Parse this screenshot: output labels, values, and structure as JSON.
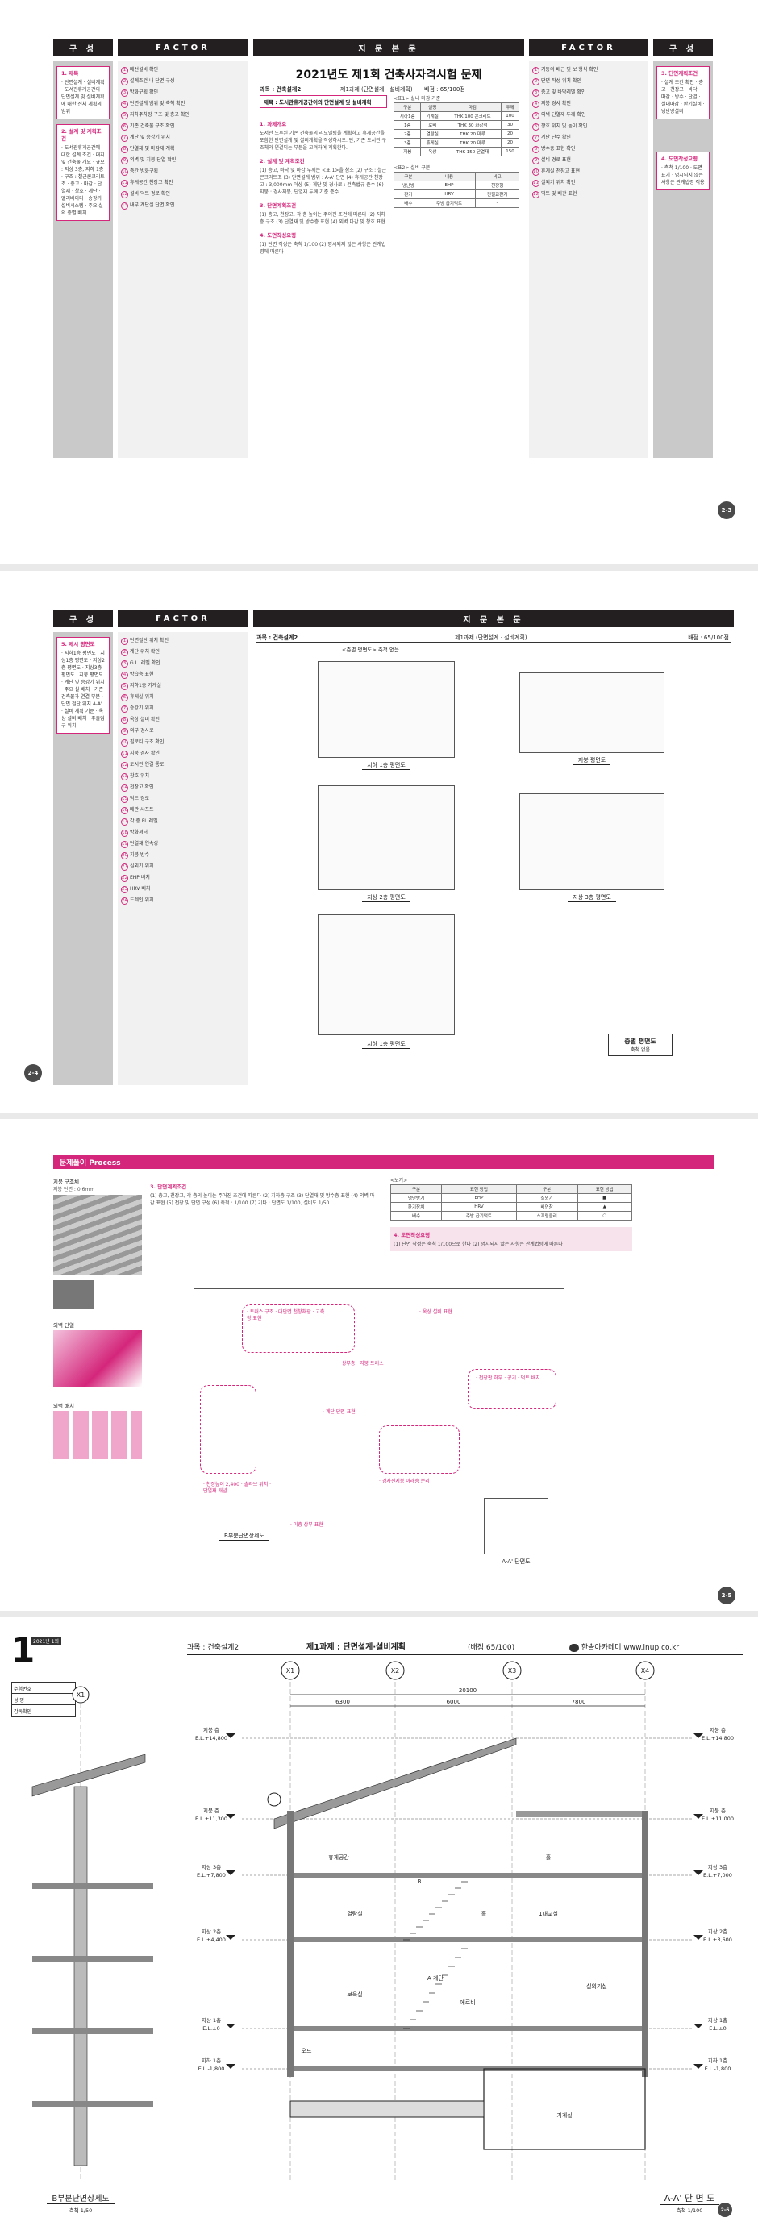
{
  "colors": {
    "accent": "#d4267b",
    "header_bg": "#231f20",
    "column_bg": "#c9c9c9"
  },
  "p1": {
    "hdr": {
      "left1": "구 성",
      "left2": "FACTOR",
      "mid": "지 문 본 문",
      "right1": "FACTOR",
      "right2": "구 성"
    },
    "title": "2021년도 제1회 건축사자격시험 문제",
    "subject": "과목 : 건축설계2",
    "task": "제1과제 (단면설계 · 설비계획)",
    "score": "배점 : 65/100점",
    "pink_title": "제목 : 도서관휴게공간이의 단면설계 및 설비계획",
    "left_box1": {
      "head": "1. 제목",
      "body": "· 단면설계 · 설비계획 · 도서관휴게공간의 단면설계 및 설비계획에 대한 전체 계획의 범위"
    },
    "left_box2": {
      "head": "2. 설계 및 계획조건",
      "body": "· 도서관휴게공간에 대한 설계 조건 · 대지 및 건축물 개요 · 규모 : 지상 3층, 지하 1층 · 구조 : 철근콘크리트조 · 층고 · 마감 · 단열재 · 창호 · 계단 · 엘리베이터 · 승강기 · 설비시스템 · 주요 실의 층별 배치"
    },
    "factor_notes": [
      "배선설비 확인",
      "설계조건 내 단면 구성",
      "방화구획 확인",
      "단면설계 범위 및 축척 확인",
      "지하주차장 구조 및 층고 확인",
      "기존 건축물 구조 확인",
      "계단 및 승강기 위치",
      "단열재 및 마감재 계획",
      "외벽 및 지붕 단열 확인",
      "층간 방화구획",
      "휴게공간 천장고 확인",
      "설비 덕트 경로 확인",
      "내부 계단실 단면 확인"
    ],
    "sections": [
      {
        "head": "1. 과제개요",
        "body": "도서관 노후된 기존 건축물의 리모델링을 계획하고 휴게공간을 포함한 단면설계 및 설비계획을 작성하시오. 단, 기존 도서관 구조체와 연결되는 부분을 고려하여 계획한다."
      },
      {
        "head": "2. 설계 및 계획조건",
        "body": "(1) 층고, 바닥 및 마감 두께는 <표 1>을 참조 (2) 구조 : 철근콘크리트조 (3) 단면설계 범위 : A-A' 단면 (4) 휴게공간 천장고 : 3,000mm 이상 (5) 계단 및 경사로 : 건축법규 준수 (6) 지붕 : 경사지붕, 단열재 두께 기준 준수"
      },
      {
        "head": "3. 단면계획조건",
        "body": "(1) 층고, 천장고, 각 층 높이는 주어진 조건에 따른다 (2) 지하층 구조 (3) 단열재 및 방수층 표현 (4) 외벽 마감 및 창호 표현"
      },
      {
        "head": "4. 도면작성요령",
        "body": "(1) 단면 작성은 축척 1/100 (2) 명시되지 않은 사항은 관계법령에 따른다"
      }
    ],
    "table1": {
      "caption": "<표1> 실내 마감 기준",
      "headers": [
        "구분",
        "실명",
        "마감",
        "두께"
      ],
      "rows": [
        [
          "지하1층",
          "기계실",
          "THK 100 콘크리트",
          "100"
        ],
        [
          "1층",
          "로비",
          "THK 30 화강석",
          "30"
        ],
        [
          "2층",
          "열람실",
          "THK 20 마루",
          "20"
        ],
        [
          "3층",
          "휴게실",
          "THK 20 마루",
          "20"
        ],
        [
          "지붕",
          "옥상",
          "THK 150 단열재",
          "150"
        ]
      ]
    },
    "table2": {
      "caption": "<표2> 설비 구분",
      "headers": [
        "구분",
        "내용",
        "비고"
      ],
      "rows": [
        [
          "냉난방",
          "EHP",
          "천장형"
        ],
        [
          "환기",
          "HRV",
          "전열교환기"
        ],
        [
          "배수",
          "주방 급기덕트",
          "-"
        ]
      ]
    },
    "right_notes": [
      "기둥의 배근 및 보 형식 확인",
      "단면 작성 위치 확인",
      "층고 및 바닥레벨 확인",
      "지붕 경사 확인",
      "외벽 단열재 두께 확인",
      "창호 위치 및 높이 확인",
      "계단 단수 확인",
      "방수층 표현 확인",
      "설비 경로 표현",
      "휴게실 천장고 표현",
      "실외기 위치 확인",
      "덕트 및 배관 표현"
    ],
    "far_right_box1": {
      "head": "3. 단면계획조건",
      "body": "· 설계 조건 확인 · 층고 · 천장고 · 바닥 · 마감 · 방수 · 단열 · 실내마감 · 환기설비 · 냉난방설비"
    },
    "far_right_box2": {
      "head": "4. 도면작성요령",
      "body": "· 축척 1/100 · 도면 표기 · 명시되지 않은 사항은 관계법령 적용"
    },
    "page_num": "2-3"
  },
  "p2": {
    "hdr": {
      "left1": "구 성",
      "left2": "FACTOR",
      "mid": "지 문 본 문"
    },
    "subject": "과목 : 건축설계2",
    "task": "제1과제 (단면설계 · 설비계획)",
    "score": "배점 : 65/100점",
    "drawing_title": "<층별 평면도> 축척 없음",
    "left_box": {
      "head": "5. 제시 평면도",
      "body": "· 지하1층 평면도 · 지상1층 평면도 · 지상2층 평면도 · 지상3층 평면도 · 지붕 평면도 · 계단 및 승강기 위치 · 주요 실 배치 · 기존 건축물과 연결 부분 · 단면 절단 위치 A-A' · 설비 계획 기준 · 옥상 설비 배치 · 주출입구 위치"
    },
    "factor_notes": [
      "단면절단 위치 확인",
      "계단 위치 확인",
      "G.L. 레벨 확인",
      "방습층 표현",
      "지하1층 기계실",
      "휴게실 위치",
      "승강기 위치",
      "옥상 설비 확인",
      "외부 경사로",
      "필로티 구조 확인",
      "지붕 경사 확인",
      "도서관 연결 통로",
      "창호 위치",
      "천장고 확인",
      "덕트 경로",
      "배관 샤프트",
      "각 층 FL 레벨",
      "방화셔터",
      "단열재 연속성",
      "지붕 방수",
      "실외기 위치",
      "EHP 배치",
      "HRV 배치",
      "드레인 위치"
    ],
    "plans": [
      {
        "label": "지하 1층 평면도"
      },
      {
        "label": "지붕 평면도"
      },
      {
        "label": "지상 2층 평면도"
      },
      {
        "label": "지상 3층 평면도"
      },
      {
        "label": "지하 1층 평면도"
      }
    ],
    "legend": "층별 평면도",
    "legend_scale": "축척 없음",
    "page_num": "2-4"
  },
  "p3": {
    "bar_title": "문제풀이 Process",
    "side_labels": [
      "지붕 구조체",
      "지붕 단면 : 0.6mm",
      "외벽 단열",
      "외벽 배치"
    ],
    "steps": {
      "head": "3. 단면계획조건",
      "body": "(1) 층고, 천장고, 각 층의 높이는 주어진 조건에 따른다 (2) 지하층 구조 (3) 단열재 및 방수층 표현 (4) 외벽 마감 표현 (5) 천장 및 단면 구성 (6) 축척 : 1/100 (7) 기타 : 단면도 1/100, 설비도 1/50"
    },
    "table_caption": "<보기>",
    "table": {
      "headers": [
        "구분",
        "표현 방법",
        "구분",
        "표현 방법"
      ],
      "rows": [
        [
          "냉난방기",
          "EHP",
          "실외기",
          "■"
        ],
        [
          "환기장치",
          "HRV",
          "배연창",
          "▲"
        ],
        [
          "배수",
          "주방 급기덕트",
          "스프링클러",
          "○"
        ]
      ]
    },
    "section4": {
      "head": "4. 도면작성요령",
      "body": "(1) 단면 작성은 축척 1/100으로 한다 (2) 명시되지 않은 사항은 관계법령에 따른다"
    },
    "callouts": [
      "· 트러스 구조 · 대단면 천창채광 · 고측창 표현",
      "· 천정높이 2,400 · 슬라브 위치 · 단열재 개념",
      "· 천장판 하부 · 공기 · 덕트 배치",
      "· 경사진지붕 아래층 분리",
      "· 상부층 · 지붕 트러스",
      "· 이층 상부 표현",
      "· 계단 단면 표현",
      "· 옥상 설비 표현"
    ],
    "label_b": "B부분단면상세도",
    "label_aa": "A-A' 단면도",
    "page_num": "2-5"
  },
  "p4": {
    "year_badge": "1",
    "year_text": "2021년 1회",
    "subject": "과목 : 건축설계2",
    "task": "제1과제 : 단면설계·설비계획",
    "score": "(배점 65/100)",
    "brand": "한솔아카데미 www.inup.co.kr",
    "stamp_rows": [
      "수험번호",
      "성  명",
      "감독확인"
    ],
    "axes": [
      "X1",
      "X2",
      "X3",
      "X4"
    ],
    "dims_top": [
      "20100",
      "6300",
      "6000",
      "7800"
    ],
    "levels_left": [
      [
        "지붕 층",
        "E.L.+14,800"
      ],
      [
        "지붕 층",
        "E.L.+11,300"
      ],
      [
        "지상 3층",
        "E.L.+7,800"
      ],
      [
        "지상 2층",
        "E.L.+4,400"
      ],
      [
        "지상 1층",
        "E.L.±0"
      ],
      [
        "지하 1층",
        "E.L.-1,800"
      ]
    ],
    "levels_right": [
      [
        "지붕 층",
        "E.L.+14,800"
      ],
      [
        "지붕 층",
        "E.L.+11,000"
      ],
      [
        "지상 3층",
        "E.L.+7,000"
      ],
      [
        "지상 2층",
        "E.L.+3,600"
      ],
      [
        "지상 1층",
        "E.L.±0"
      ],
      [
        "지하 1층",
        "E.L.-1,800"
      ]
    ],
    "rooms": [
      "휴게공간",
      "열람실",
      "홀",
      "보육실",
      "오드",
      "A 계단",
      "에로비",
      "B",
      "홀",
      "기계실",
      "실외기실",
      "1대교실"
    ],
    "b_title": "B부분단면상세도",
    "b_scale": "축척 1/50",
    "aa_title": "A-A' 단 면 도",
    "aa_scale": "축척 1/100",
    "page_num": "2-6"
  }
}
